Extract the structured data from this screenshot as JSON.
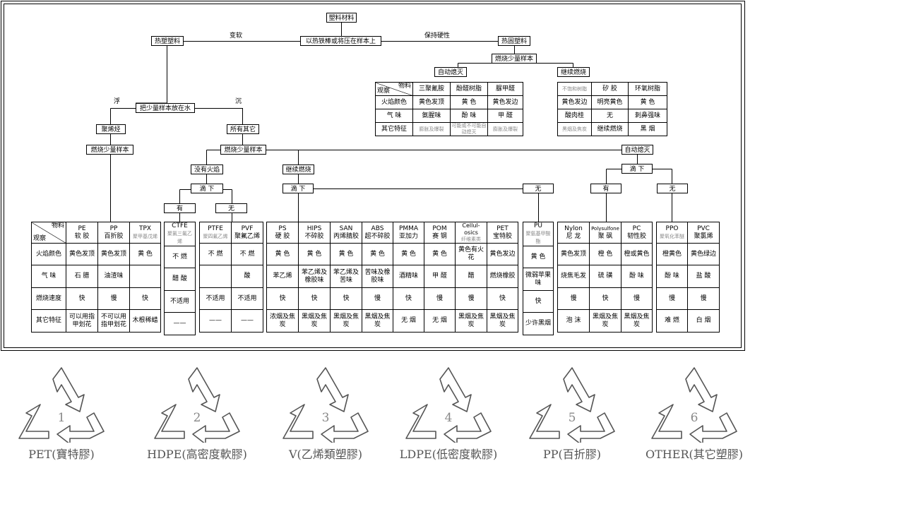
{
  "tree": {
    "root": "塑料材料",
    "test": "以热铁棒或将压在样本上",
    "soft_label": "变软",
    "hard_label": "保持硬性",
    "thermoplastic": "热塑塑料",
    "thermoset": "热固塑料",
    "water": "把少量样本放在水",
    "float": "浮",
    "sink": "沉",
    "polyolefin": "聚烯烃",
    "all_others": "所有其它",
    "burn_small_1": "燃烧少量样本",
    "burn_small_2": "燃烧少量样本",
    "burn_small_3": "燃烧少量样本",
    "self_ext_1": "自动熄灭",
    "continue_1": "继续燃烧",
    "no_flame": "没有火焰",
    "continue_2": "继续燃烧",
    "self_ext_2": "自动熄灭",
    "drip_1": "滴 下",
    "yes_1": "有",
    "no_1": "无",
    "drip_2": "滴 下",
    "no_2": "无",
    "drip_3": "滴 下",
    "yes_3": "有",
    "no_3": "无"
  },
  "tables": {
    "thermoset_a": {
      "corner_top": "物料",
      "corner_bottom": "观察",
      "cols": [
        "三聚氰胺",
        "酚醛树脂",
        "脲甲醛"
      ],
      "rows": [
        {
          "label": "火焰颜色",
          "cells": [
            "黄色发顶",
            "黄 色",
            "黄色发边"
          ]
        },
        {
          "label": "气 味",
          "cells": [
            "氨腥味",
            "酚 味",
            "甲 醛"
          ]
        },
        {
          "label": "其它特征",
          "cells": [
            "膨胀及爆裂",
            "可能或不可能自动熄灭",
            "膨胀及爆裂"
          ]
        }
      ]
    },
    "thermoset_b": {
      "header": [
        "不饱和树脂",
        "矽 胶",
        "环氧树脂"
      ],
      "rows": [
        [
          "黄色发边",
          "明亮黄色",
          "黄 色"
        ],
        [
          "酸肉桂",
          "无",
          "刺鼻强味"
        ],
        [
          "黑烟及焦炭",
          "继续燃烧",
          "黑 烟"
        ]
      ]
    },
    "olefin": {
      "corner_top": "物料",
      "corner_bottom": "观察",
      "cols": [
        {
          "name": "PE",
          "sub": "软 胶"
        },
        {
          "name": "PP",
          "sub": "百折胶"
        },
        {
          "name": "TPX",
          "sub": "聚甲基戊烯"
        }
      ],
      "rows": [
        {
          "label": "火焰颜色",
          "cells": [
            "黄色发顶",
            "黄色发顶",
            "黄 色"
          ]
        },
        {
          "label": "气 味",
          "cells": [
            "石 腊",
            "油渣味",
            ""
          ]
        },
        {
          "label": "燃烧速度",
          "cells": [
            "快",
            "慢",
            "快"
          ]
        },
        {
          "label": "其它特征",
          "cells": [
            "可以用指甲划花",
            "不可以用指甲划花",
            "木根稀蜡"
          ]
        }
      ]
    },
    "ctfe": {
      "name": "CTFE",
      "sub": "聚氯三氟乙烯",
      "cells": [
        "不 燃",
        "醋 酸",
        "不适用",
        "——"
      ]
    },
    "ptfe": {
      "cols": [
        {
          "name": "PTFE",
          "sub": "聚四氟乙烯"
        },
        {
          "name": "PVF",
          "sub": "聚氟乙烯"
        }
      ],
      "rows": [
        [
          "不 燃",
          "不 燃"
        ],
        [
          "",
          "酸"
        ],
        [
          "不适用",
          "不适用"
        ],
        [
          "——",
          "——"
        ]
      ]
    },
    "styrenics": {
      "cols": [
        {
          "name": "PS",
          "sub": "硬 胶"
        },
        {
          "name": "HIPS",
          "sub": "不碎胶"
        },
        {
          "name": "SAN",
          "sub": "丙烯腈胶"
        },
        {
          "name": "ABS",
          "sub": "超不碎胶"
        },
        {
          "name": "PMMA",
          "sub": "亚加力"
        },
        {
          "name": "POM",
          "sub": "赛 钢"
        },
        {
          "name": "Cellul-osics",
          "sub": "纤维素类"
        },
        {
          "name": "PET",
          "sub": "宝特胶"
        }
      ],
      "rows": [
        [
          "黄 色",
          "黄 色",
          "黄 色",
          "黄 色",
          "黄 色",
          "黄 色",
          "黄色有火花",
          "黄色发边"
        ],
        [
          "苯乙烯",
          "苯乙烯及橡胶味",
          "苯乙烯及苦味",
          "苦味及橡胶味",
          "酒精味",
          "甲 醛",
          "醋",
          "燃烧橡胶"
        ],
        [
          "快",
          "快",
          "快",
          "慢",
          "快",
          "慢",
          "慢",
          "快"
        ],
        [
          "浓烟及焦炭",
          "黑烟及焦炭",
          "黑烟及焦炭",
          "黑烟及焦炭",
          "无 烟",
          "无 烟",
          "黑烟及焦炭",
          "黑烟及焦炭"
        ]
      ]
    },
    "pu": {
      "name": "PU",
      "sub": "聚氨基甲酸酯",
      "cells": [
        "黄 色",
        "微弱苹果味",
        "快",
        "少许黑烟"
      ]
    },
    "nylon": {
      "cols": [
        {
          "name": "Nylon",
          "sub": "尼 龙"
        },
        {
          "name": "Polysulfone",
          "sub": "聚 砜"
        },
        {
          "name": "PC",
          "sub": "韧性胶"
        }
      ],
      "rows": [
        [
          "黄色发顶",
          "橙 色",
          "橙或黄色"
        ],
        [
          "烧焦毛发",
          "硫 磺",
          "酚 味"
        ],
        [
          "慢",
          "快",
          "慢"
        ],
        [
          "泡 沫",
          "黑烟及焦炭",
          "黑烟及焦炭"
        ]
      ]
    },
    "ppo": {
      "cols": [
        {
          "name": "PPO",
          "sub": "聚氧化苯醚"
        },
        {
          "name": "PVC",
          "sub": "聚氯烯"
        }
      ],
      "rows": [
        [
          "橙黄色",
          "黄色绿边"
        ],
        [
          "酚 味",
          "盐 酸"
        ],
        [
          "慢",
          "慢"
        ],
        [
          "难 燃",
          "白 烟"
        ]
      ]
    }
  },
  "recycling": [
    {
      "number": "1",
      "caption": "PET(寶特膠)"
    },
    {
      "number": "2",
      "caption": "HDPE(高密度軟膠)"
    },
    {
      "number": "3",
      "caption": "V(乙烯類塑膠)"
    },
    {
      "number": "4",
      "caption": "LDPE(低密度軟膠)"
    },
    {
      "number": "5",
      "caption": "PP(百折膠)"
    },
    {
      "number": "6",
      "caption": "OTHER(其它塑膠)"
    }
  ],
  "colors": {
    "line": "#000000",
    "muted": "#888888",
    "symbol": "#555555"
  }
}
